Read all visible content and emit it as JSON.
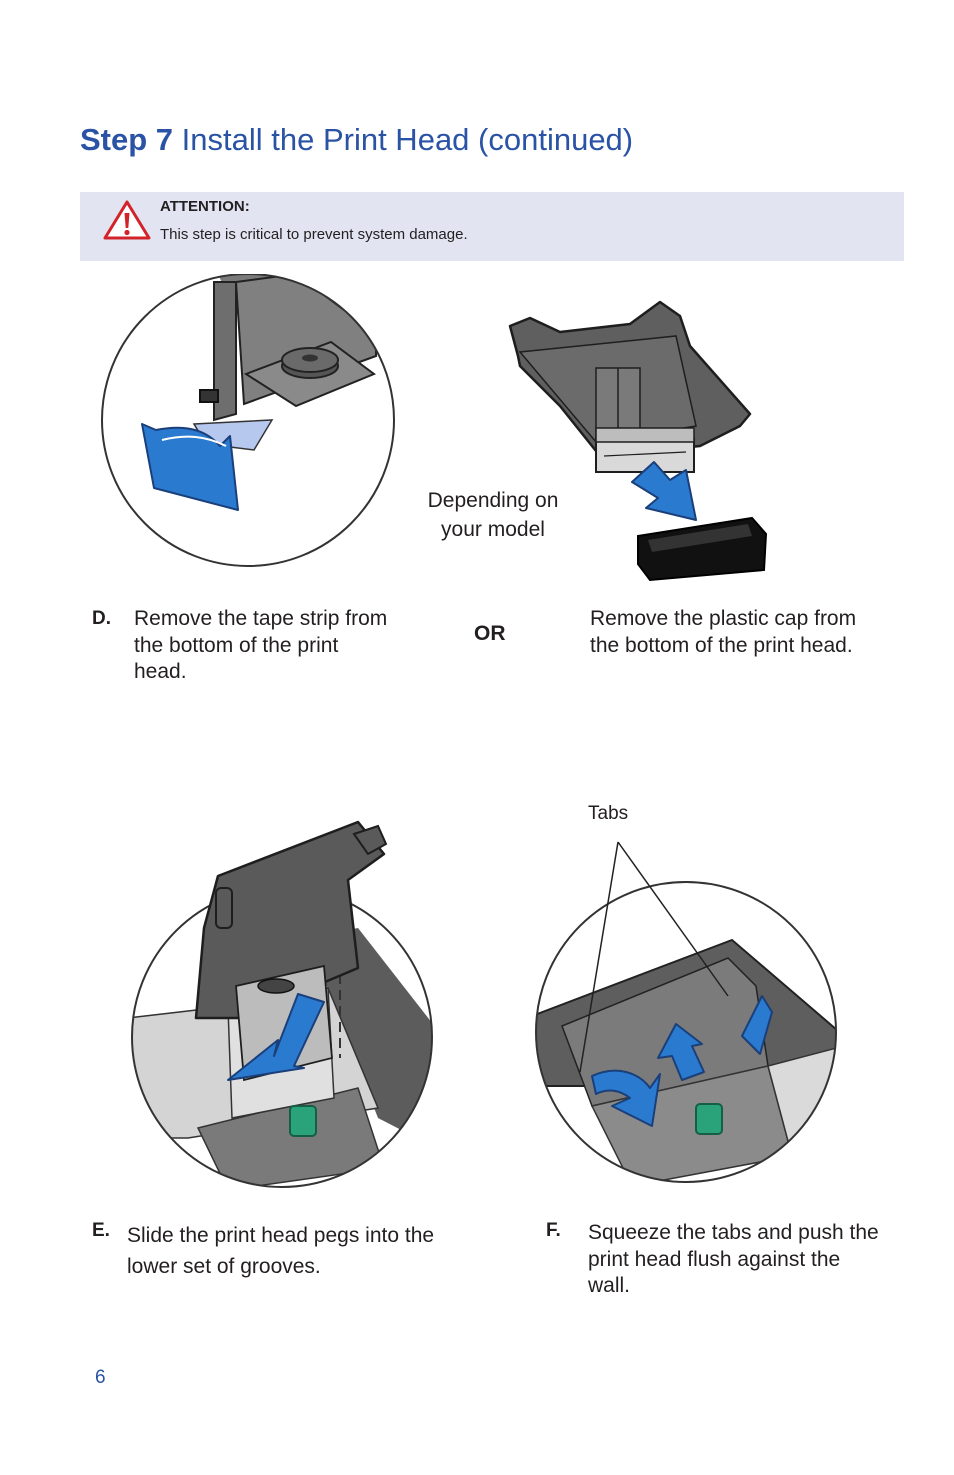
{
  "header": {
    "step": "Step 7",
    "title": "Install the Print Head (continued)"
  },
  "attention": {
    "icon": "warning-triangle-icon",
    "heading": "ATTENTION:",
    "text": "This step is critical to prevent system damage."
  },
  "steps": [
    {
      "letter": "D.",
      "text": "Remove the tape strip from the bottom of the print head."
    },
    {
      "text": "Remove the plastic cap from the bottom of the print head."
    },
    {
      "letter": "E.",
      "text": "Slide the print head pegs into the lower set of grooves."
    },
    {
      "letter": "F.",
      "text": "Squeeze the tabs and push the print head flush against the wall."
    }
  ],
  "annotations": {
    "depending": "Depending on your model",
    "or": "OR",
    "tabs": "Tabs"
  },
  "page_number": "6",
  "colors": {
    "brand_blue": "#2a52a5",
    "arrow_blue": "#2a7bd0",
    "attention_bg": "#e2e4f2",
    "warning_red": "#d2232a"
  }
}
